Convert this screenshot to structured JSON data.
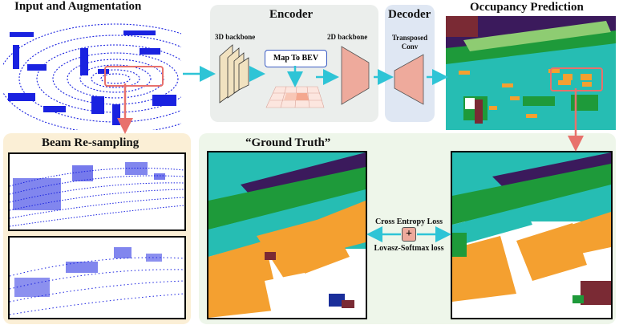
{
  "titles": {
    "input": "Input and Augmentation",
    "encoder": "Encoder",
    "decoder": "Decoder",
    "occupancy": "Occupancy Prediction",
    "resampling": "Beam Re-sampling",
    "ground_truth": "“Ground Truth”"
  },
  "encoder": {
    "backbone3d": "3D backbone",
    "map_to_bev": "Map To BEV",
    "backbone2d": "2D backbone"
  },
  "decoder": {
    "transposed_line1": "Transposed",
    "transposed_line2": "Conv"
  },
  "losses": {
    "cross_entropy": "Cross Entropy Loss",
    "plus": "+",
    "lovasz": "Lovasz-Softmax loss"
  },
  "colors": {
    "arrow": "#2ec4d6",
    "highlight": "#e8716c",
    "panel_beam": "#fbefd6",
    "panel_gt": "#eef6ea",
    "panel_encoder": "#ebeeec",
    "panel_decoder": "#dfe7f3",
    "cnn": "#eeaa9c",
    "backbone3d": "#f1e2c0",
    "teal": "#26bdb3",
    "orange": "#f4a030",
    "green": "#1e9a3a",
    "purple": "#3b1a5c",
    "lidar": "#1a22e0"
  }
}
